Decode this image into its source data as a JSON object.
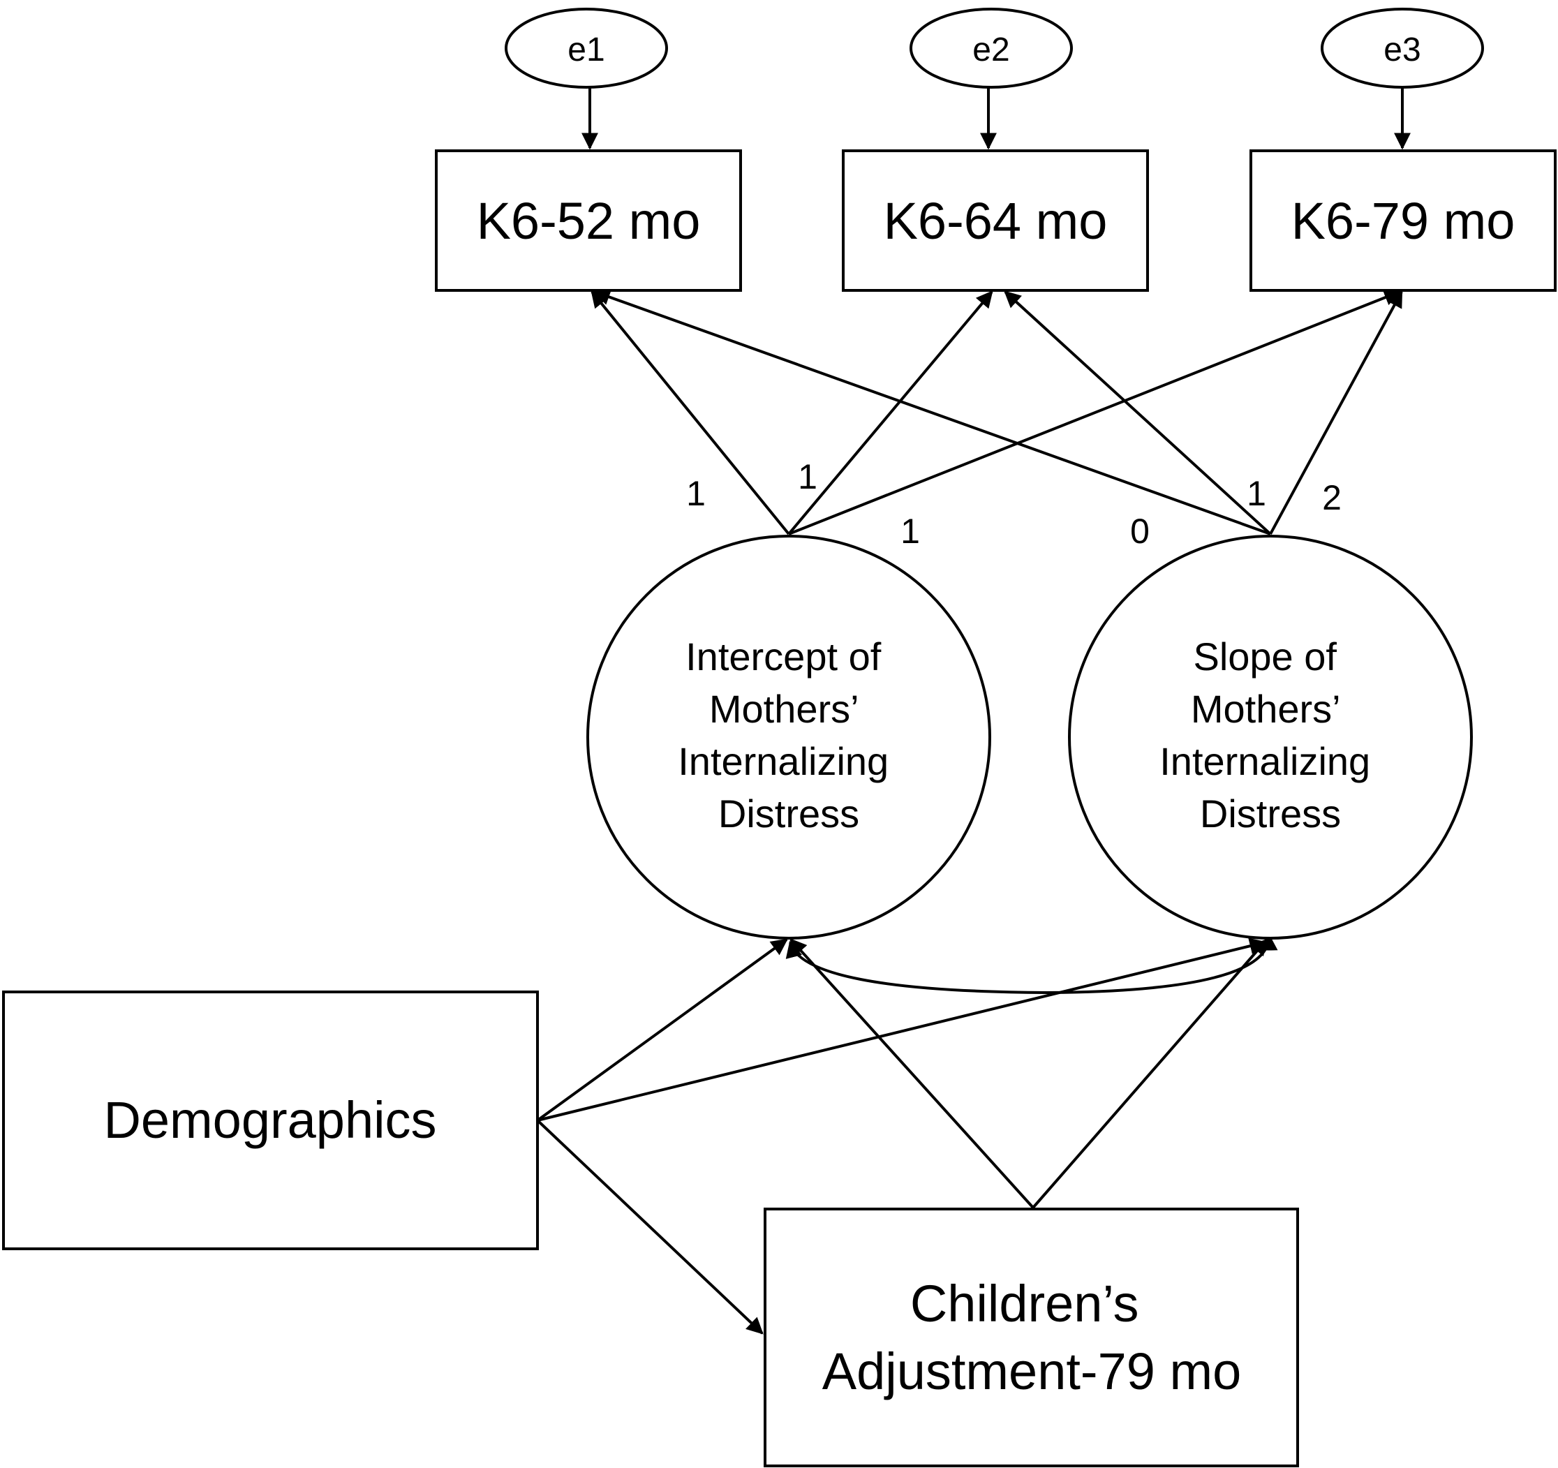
{
  "diagram": {
    "errors": [
      "e1",
      "e2",
      "e3"
    ],
    "indicators": [
      "K6-52 mo",
      "K6-64 mo",
      "K6-79 mo"
    ],
    "intercept_label": [
      "Intercept of",
      "Mothers’",
      "Internalizing",
      "Distress"
    ],
    "slope_label": [
      "Slope of",
      "Mothers’",
      "Internalizing",
      "Distress"
    ],
    "intercept_loadings": [
      "1",
      "1",
      "1"
    ],
    "slope_loadings": [
      "0",
      "1",
      "2"
    ],
    "demographics": "Demographics",
    "outcome_label": [
      "Children’s",
      "Adjustment-79 mo"
    ]
  },
  "colors": {
    "stroke": "#000000",
    "fill": "#ffffff"
  }
}
